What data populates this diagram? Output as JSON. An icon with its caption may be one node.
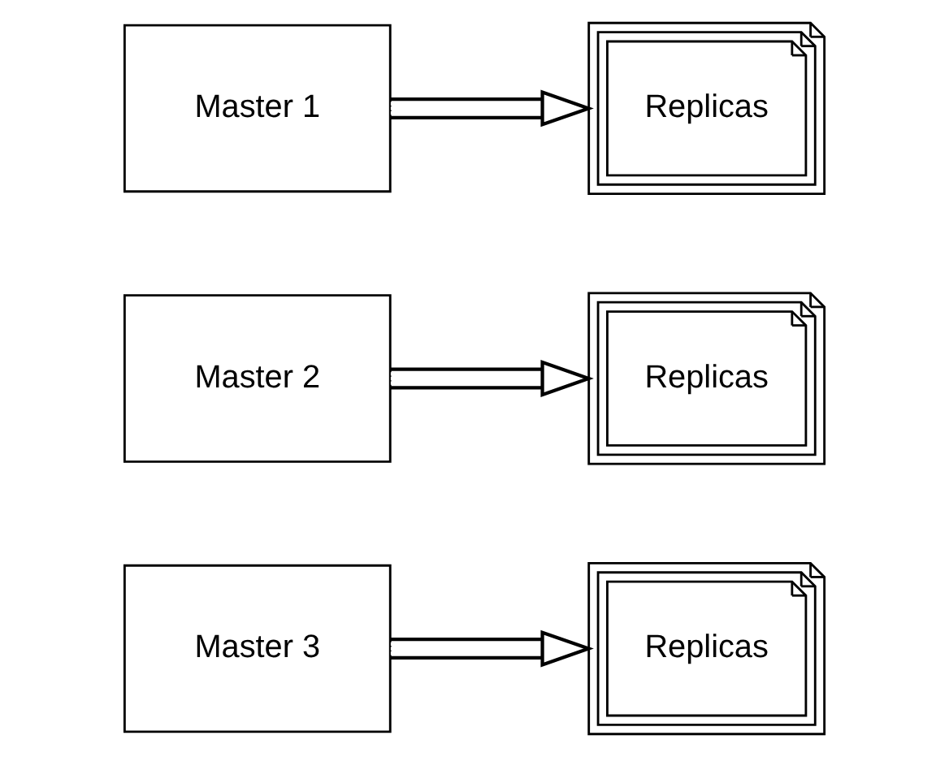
{
  "diagram": {
    "nodes": [
      {
        "text": [
          "Master 1"
        ]
      },
      {
        "text": [
          "Replicas"
        ]
      },
      {
        "text": [
          "Master 2"
        ]
      },
      {
        "text": [
          "Replicas"
        ]
      },
      {
        "text": [
          "Master 3"
        ]
      },
      {
        "text": [
          "Replicas"
        ]
      }
    ],
    "edges": [
      {
        "from": 0,
        "to": 1,
        "arrow": "to"
      },
      {
        "from": 2,
        "to": 3,
        "arrow": "to"
      },
      {
        "from": 4,
        "to": 5,
        "arrow": "to"
      }
    ]
  }
}
